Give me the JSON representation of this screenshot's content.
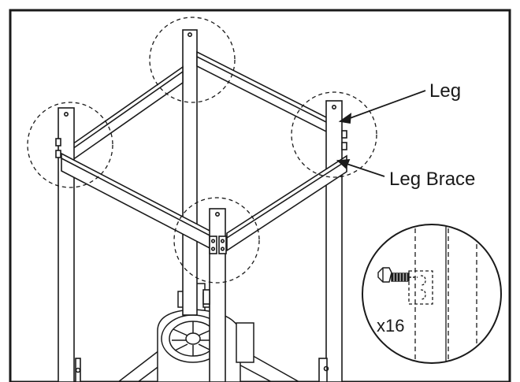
{
  "callouts": {
    "leg": "Leg",
    "leg_brace": "Leg Brace"
  },
  "detail": {
    "quantity": "x16"
  },
  "colors": {
    "stroke": "#1a1a1a",
    "background": "#ffffff"
  },
  "icons": {
    "bolt": "hex-bolt-icon",
    "motor": "motor-icon"
  }
}
